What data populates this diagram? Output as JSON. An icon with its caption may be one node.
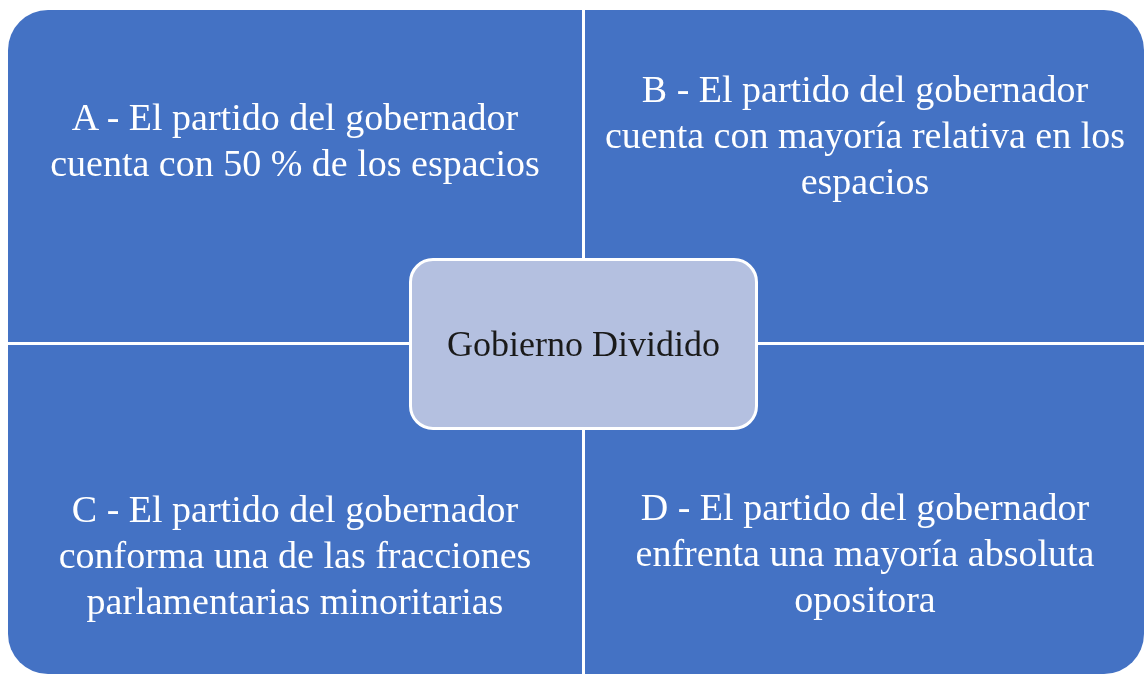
{
  "diagram": {
    "nodes": [
      {
        "text": [
          "A - El partido del gobernador cuenta con 50 % de los espacios"
        ]
      },
      {
        "text": [
          "B - El partido del gobernador cuenta con mayoría relativa en los espacios"
        ]
      },
      {
        "text": [
          "Gobierno Dividido"
        ]
      },
      {
        "text": [
          "C - El partido del gobernador conforma una de las fracciones parlamentarias minoritarias"
        ]
      },
      {
        "text": [
          "D - El partido del gobernador enfrenta una mayoría absoluta opositora"
        ]
      }
    ]
  }
}
